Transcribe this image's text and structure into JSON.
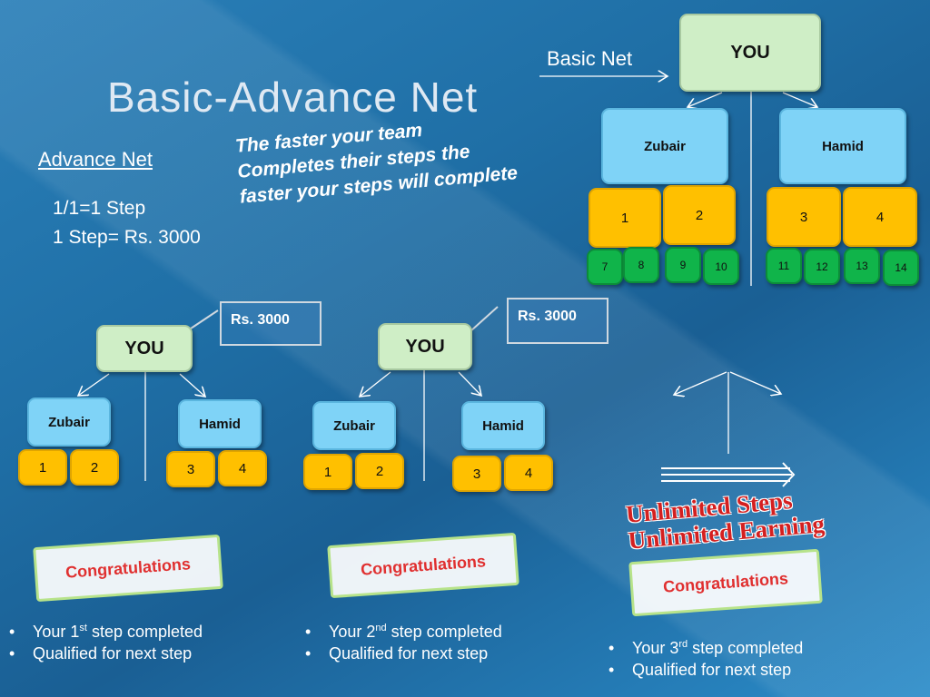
{
  "title": "Basic-Advance Net",
  "advance_net": {
    "heading": "Advance Net",
    "rule_1": "1/1=1 Step",
    "rule_2": "1 Step= Rs. 3000"
  },
  "tagline": {
    "line_1": "The faster your team",
    "line_2": "Completes their steps the",
    "line_3": "faster your steps will complete"
  },
  "basic_net": {
    "label": "Basic Net",
    "root": "YOU",
    "left": "Zubair",
    "right": "Hamid",
    "level2": [
      "1",
      "2",
      "3",
      "4"
    ],
    "level3": [
      "7",
      "8",
      "9",
      "10",
      "11",
      "12",
      "13",
      "14"
    ]
  },
  "tree_a": {
    "root": "YOU",
    "left": "Zubair",
    "right": "Hamid",
    "leaves": [
      "1",
      "2",
      "3",
      "4"
    ],
    "reward": "Rs. 3000"
  },
  "tree_b": {
    "root": "YOU",
    "left": "Zubair",
    "right": "Hamid",
    "leaves": [
      "1",
      "2",
      "3",
      "4"
    ],
    "reward": "Rs. 3000"
  },
  "unlimited": {
    "line_1": "Unlimited Steps",
    "line_2": "Unlimited Earning"
  },
  "stages": [
    {
      "banner": "Congratulations",
      "step_prefix": "Your 1",
      "step_sup": "st",
      "step_suffix": " step completed",
      "qualified": "Qualified for next step"
    },
    {
      "banner": "Congratulations",
      "step_prefix": "Your 2",
      "step_sup": "nd",
      "step_suffix": " step completed",
      "qualified": "Qualified for next step"
    },
    {
      "banner": "Congratulations",
      "step_prefix": "Your 3",
      "step_sup": "rd",
      "step_suffix": " step completed",
      "qualified": "Qualified for next step"
    }
  ],
  "colors": {
    "root_box": "#cfeec6",
    "member_box": "#7fd3f7",
    "level2_box": "#ffc000",
    "level3_box": "#10b44a",
    "banner_text": "#e03030",
    "unlimited_text": "#d42020"
  }
}
